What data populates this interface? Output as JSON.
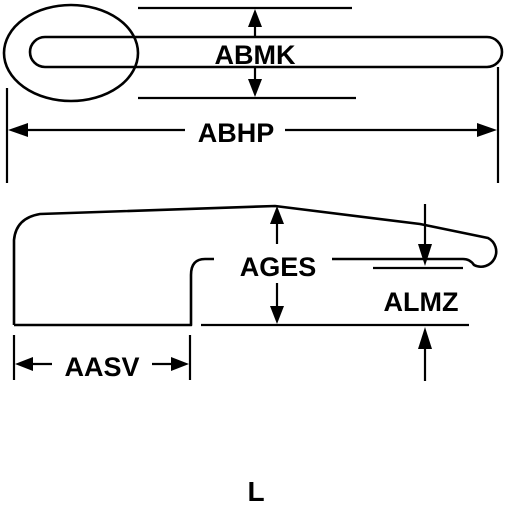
{
  "labels": {
    "top_width": "ABMK",
    "overall_length": "ABHP",
    "height": "AGES",
    "offset": "ALMZ",
    "base_length": "AASV",
    "figure_letter": "L"
  }
}
